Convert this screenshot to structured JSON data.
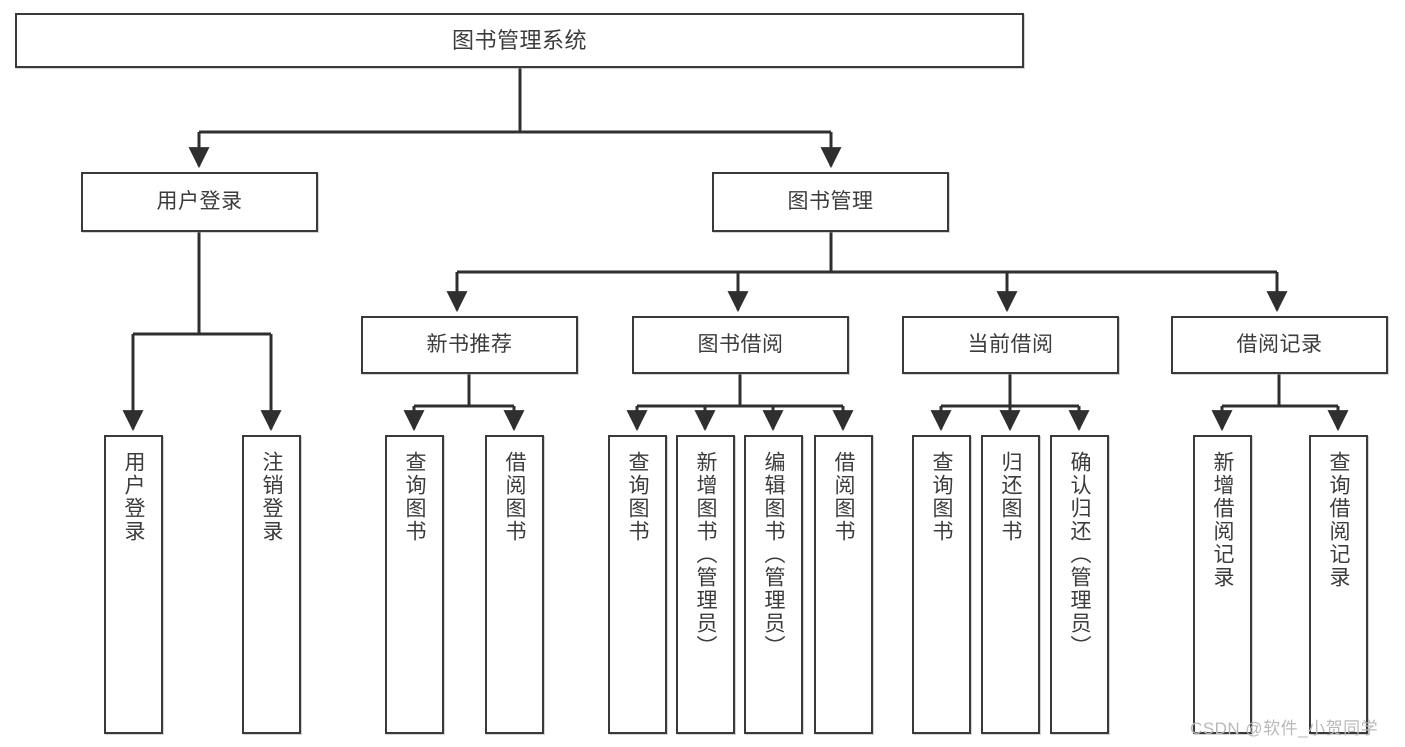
{
  "diagram": {
    "title": "图书管理系统",
    "type": "tree",
    "orientation": "top-down",
    "colors": {
      "background": "#ffffff",
      "node_border": "#3a3a3a",
      "node_fill": "#ffffff",
      "text": "#3c3c3c",
      "connector": "#2f2f2f",
      "watermark": "#b9b9b9"
    },
    "watermark": "CSDN @软件_小贺同学"
  },
  "nodes": {
    "root": {
      "label": "图书管理系统"
    },
    "tier1": [
      {
        "label": "用户登录"
      },
      {
        "label": "图书管理"
      }
    ],
    "tier2": [
      {
        "label": "新书推荐"
      },
      {
        "label": "图书借阅"
      },
      {
        "label": "当前借阅"
      },
      {
        "label": "借阅记录"
      }
    ],
    "leaves_user_login": [
      {
        "label": "用户登录"
      },
      {
        "label": "注销登录"
      }
    ],
    "leaves_new_book": [
      {
        "label": "查询图书"
      },
      {
        "label": "借阅图书"
      }
    ],
    "leaves_borrow": [
      {
        "label": "查询图书"
      },
      {
        "label": "新增图书（管理员）"
      },
      {
        "label": "编辑图书（管理员）"
      },
      {
        "label": "借阅图书"
      }
    ],
    "leaves_current": [
      {
        "label": "查询图书"
      },
      {
        "label": "归还图书"
      },
      {
        "label": "确认归还（管理员）"
      }
    ],
    "leaves_records": [
      {
        "label": "新增借阅记录"
      },
      {
        "label": "查询借阅记录"
      }
    ]
  }
}
